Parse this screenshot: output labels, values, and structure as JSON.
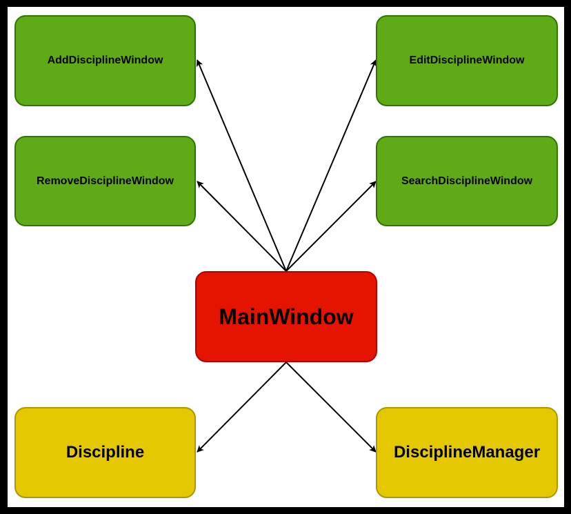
{
  "nodes": {
    "add": "AddDisciplineWindow",
    "edit": "EditDisciplineWindow",
    "remove": "RemoveDisciplineWindow",
    "search": "SearchDisciplineWindow",
    "main": "MainWindow",
    "discipline": "Discipline",
    "manager": "DisciplineManager"
  },
  "colors": {
    "background": "#ffffff",
    "frame": "#000000",
    "green_fill": "#60a917",
    "green_stroke": "#2d7600",
    "red_fill": "#e51400",
    "red_stroke": "#b20000",
    "yellow_fill": "#e3c800",
    "yellow_stroke": "#b09500",
    "edge": "#000000"
  },
  "edges": [
    {
      "from": "main",
      "to": "add"
    },
    {
      "from": "main",
      "to": "edit"
    },
    {
      "from": "main",
      "to": "remove"
    },
    {
      "from": "main",
      "to": "search"
    },
    {
      "from": "main",
      "to": "discipline"
    },
    {
      "from": "main",
      "to": "manager"
    }
  ]
}
